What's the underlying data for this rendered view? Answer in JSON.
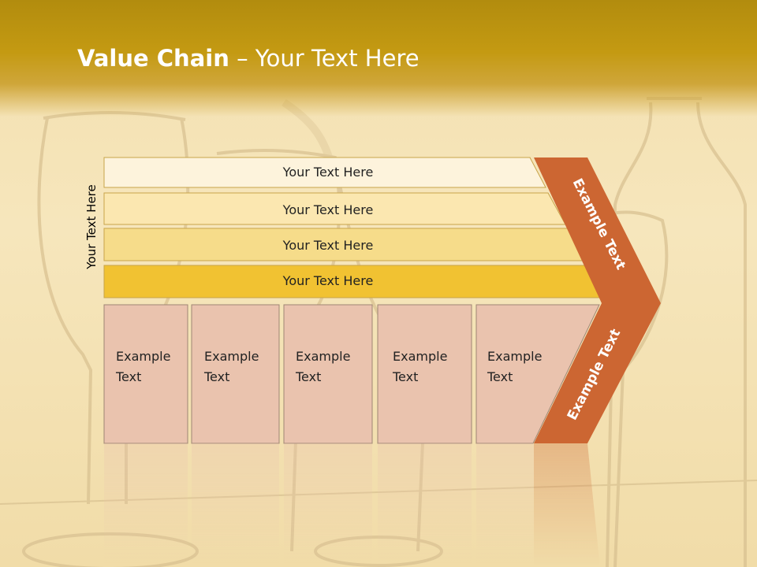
{
  "slide": {
    "title_bold": "Value Chain",
    "title_rest": " – Your Text Here"
  },
  "diagram": {
    "side_label": "Your Text Here",
    "layers": [
      {
        "label": "Your Text Here",
        "color": "#fdf3dc"
      },
      {
        "label": "Your Text Here",
        "color": "#fbe7b0"
      },
      {
        "label": "Your Text Here",
        "color": "#f6dc8a"
      },
      {
        "label": "Your Text Here",
        "color": "#f1c232"
      }
    ],
    "boxes": [
      {
        "line1": "Example",
        "line2": "Text"
      },
      {
        "line1": "Example",
        "line2": "Text"
      },
      {
        "line1": "Example",
        "line2": "Text"
      },
      {
        "line1": "Example",
        "line2": "Text"
      },
      {
        "line1": "Example",
        "line2": "Text"
      }
    ],
    "box_color": "#eac3ae",
    "chevron_color": "#cc6632",
    "chevron_upper_text": "Example Text",
    "chevron_lower_text": "Example Text"
  }
}
